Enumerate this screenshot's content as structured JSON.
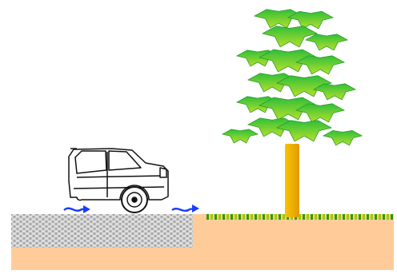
{
  "scene": {
    "background": "#ffffff",
    "soil_color": "#ffcc99",
    "pavement_color": "#c8c8c8",
    "grass_colors": [
      "#99cc00",
      "#339900"
    ],
    "trunk_color": "#f0b400",
    "leaf_colors": [
      "#33cc33",
      "#99dd22",
      "#66bb11"
    ],
    "arrow_color": "#1a3cff",
    "elements": [
      {
        "name": "car",
        "icon": "car-icon"
      },
      {
        "name": "tree",
        "icon": "tree-icon"
      },
      {
        "name": "paved-road",
        "icon": "permeable-pavement-icon"
      },
      {
        "name": "water-flow-arrows",
        "icon": "wavy-arrow-icon",
        "count": 2
      }
    ]
  }
}
